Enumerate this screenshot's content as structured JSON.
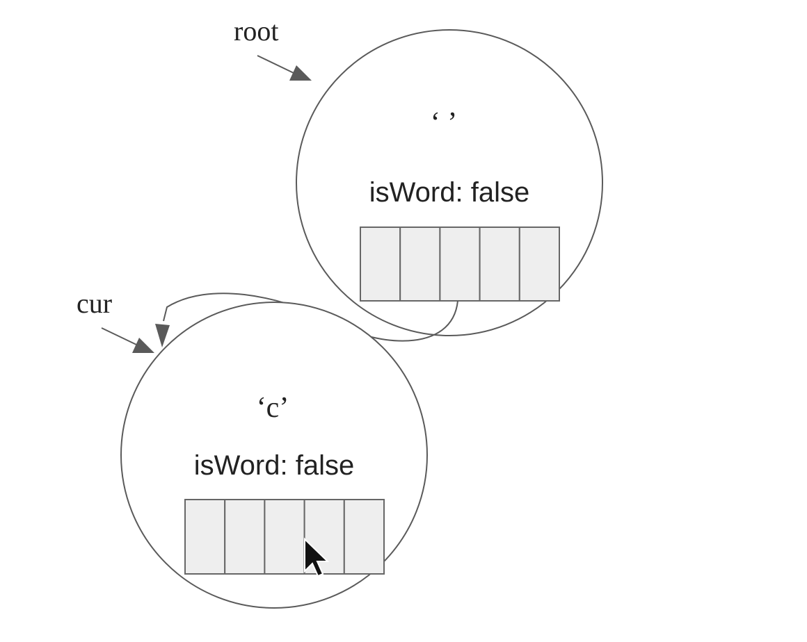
{
  "pointers": {
    "root": "root",
    "cur": "cur"
  },
  "nodes": [
    {
      "char": "‘ ’",
      "is_word_text": "isWord: false",
      "slot_count": 5
    },
    {
      "char": "‘c’",
      "is_word_text": "isWord: false",
      "slot_count": 5
    }
  ],
  "icons": {
    "cursor": "mouse-pointer-icon"
  },
  "colors": {
    "stroke": "#5a5a5a",
    "slot_fill": "#eeeeee",
    "background": "#ffffff"
  }
}
